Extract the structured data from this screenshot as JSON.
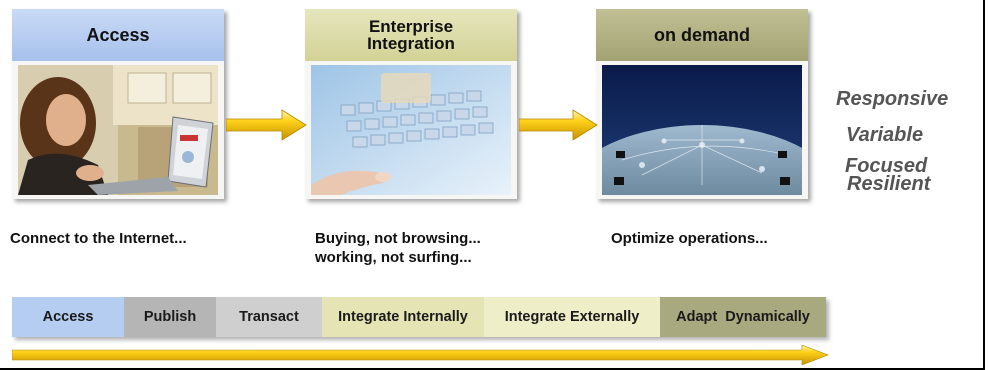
{
  "cards": [
    {
      "title": "Access",
      "caption_lines": [
        "Connect to the Internet..."
      ],
      "header_color": "#aec6ee",
      "image": "woman-using-laptop-photo"
    },
    {
      "title_lines": [
        "Enterprise",
        "Integration"
      ],
      "caption_lines": [
        "Buying, not browsing...",
        "working, not surfing..."
      ],
      "header_color": "#d8d8a0",
      "image": "hand-on-keyboard-photo"
    },
    {
      "title": "on demand",
      "caption_lines": [
        "Optimize operations..."
      ],
      "header_color": "#a8a878",
      "image": "connected-globe-photo"
    }
  ],
  "attributes": [
    "Responsive",
    "Variable",
    "Focused",
    "Resilient"
  ],
  "stages": [
    {
      "label": "Access",
      "color": "#b4cdf0"
    },
    {
      "label": "Publish",
      "color": "#b5b5b5"
    },
    {
      "label": "Transact",
      "color": "#cfcfcf"
    },
    {
      "label": "Integrate Internally",
      "color": "#e4e4b4"
    },
    {
      "label": "Integrate Externally",
      "color": "#eeeec8"
    },
    {
      "label": "Adapt  Dynamically",
      "color": "#a9a980"
    }
  ],
  "colors": {
    "arrow_yellow": "#f2c200",
    "frame": "#000000"
  }
}
